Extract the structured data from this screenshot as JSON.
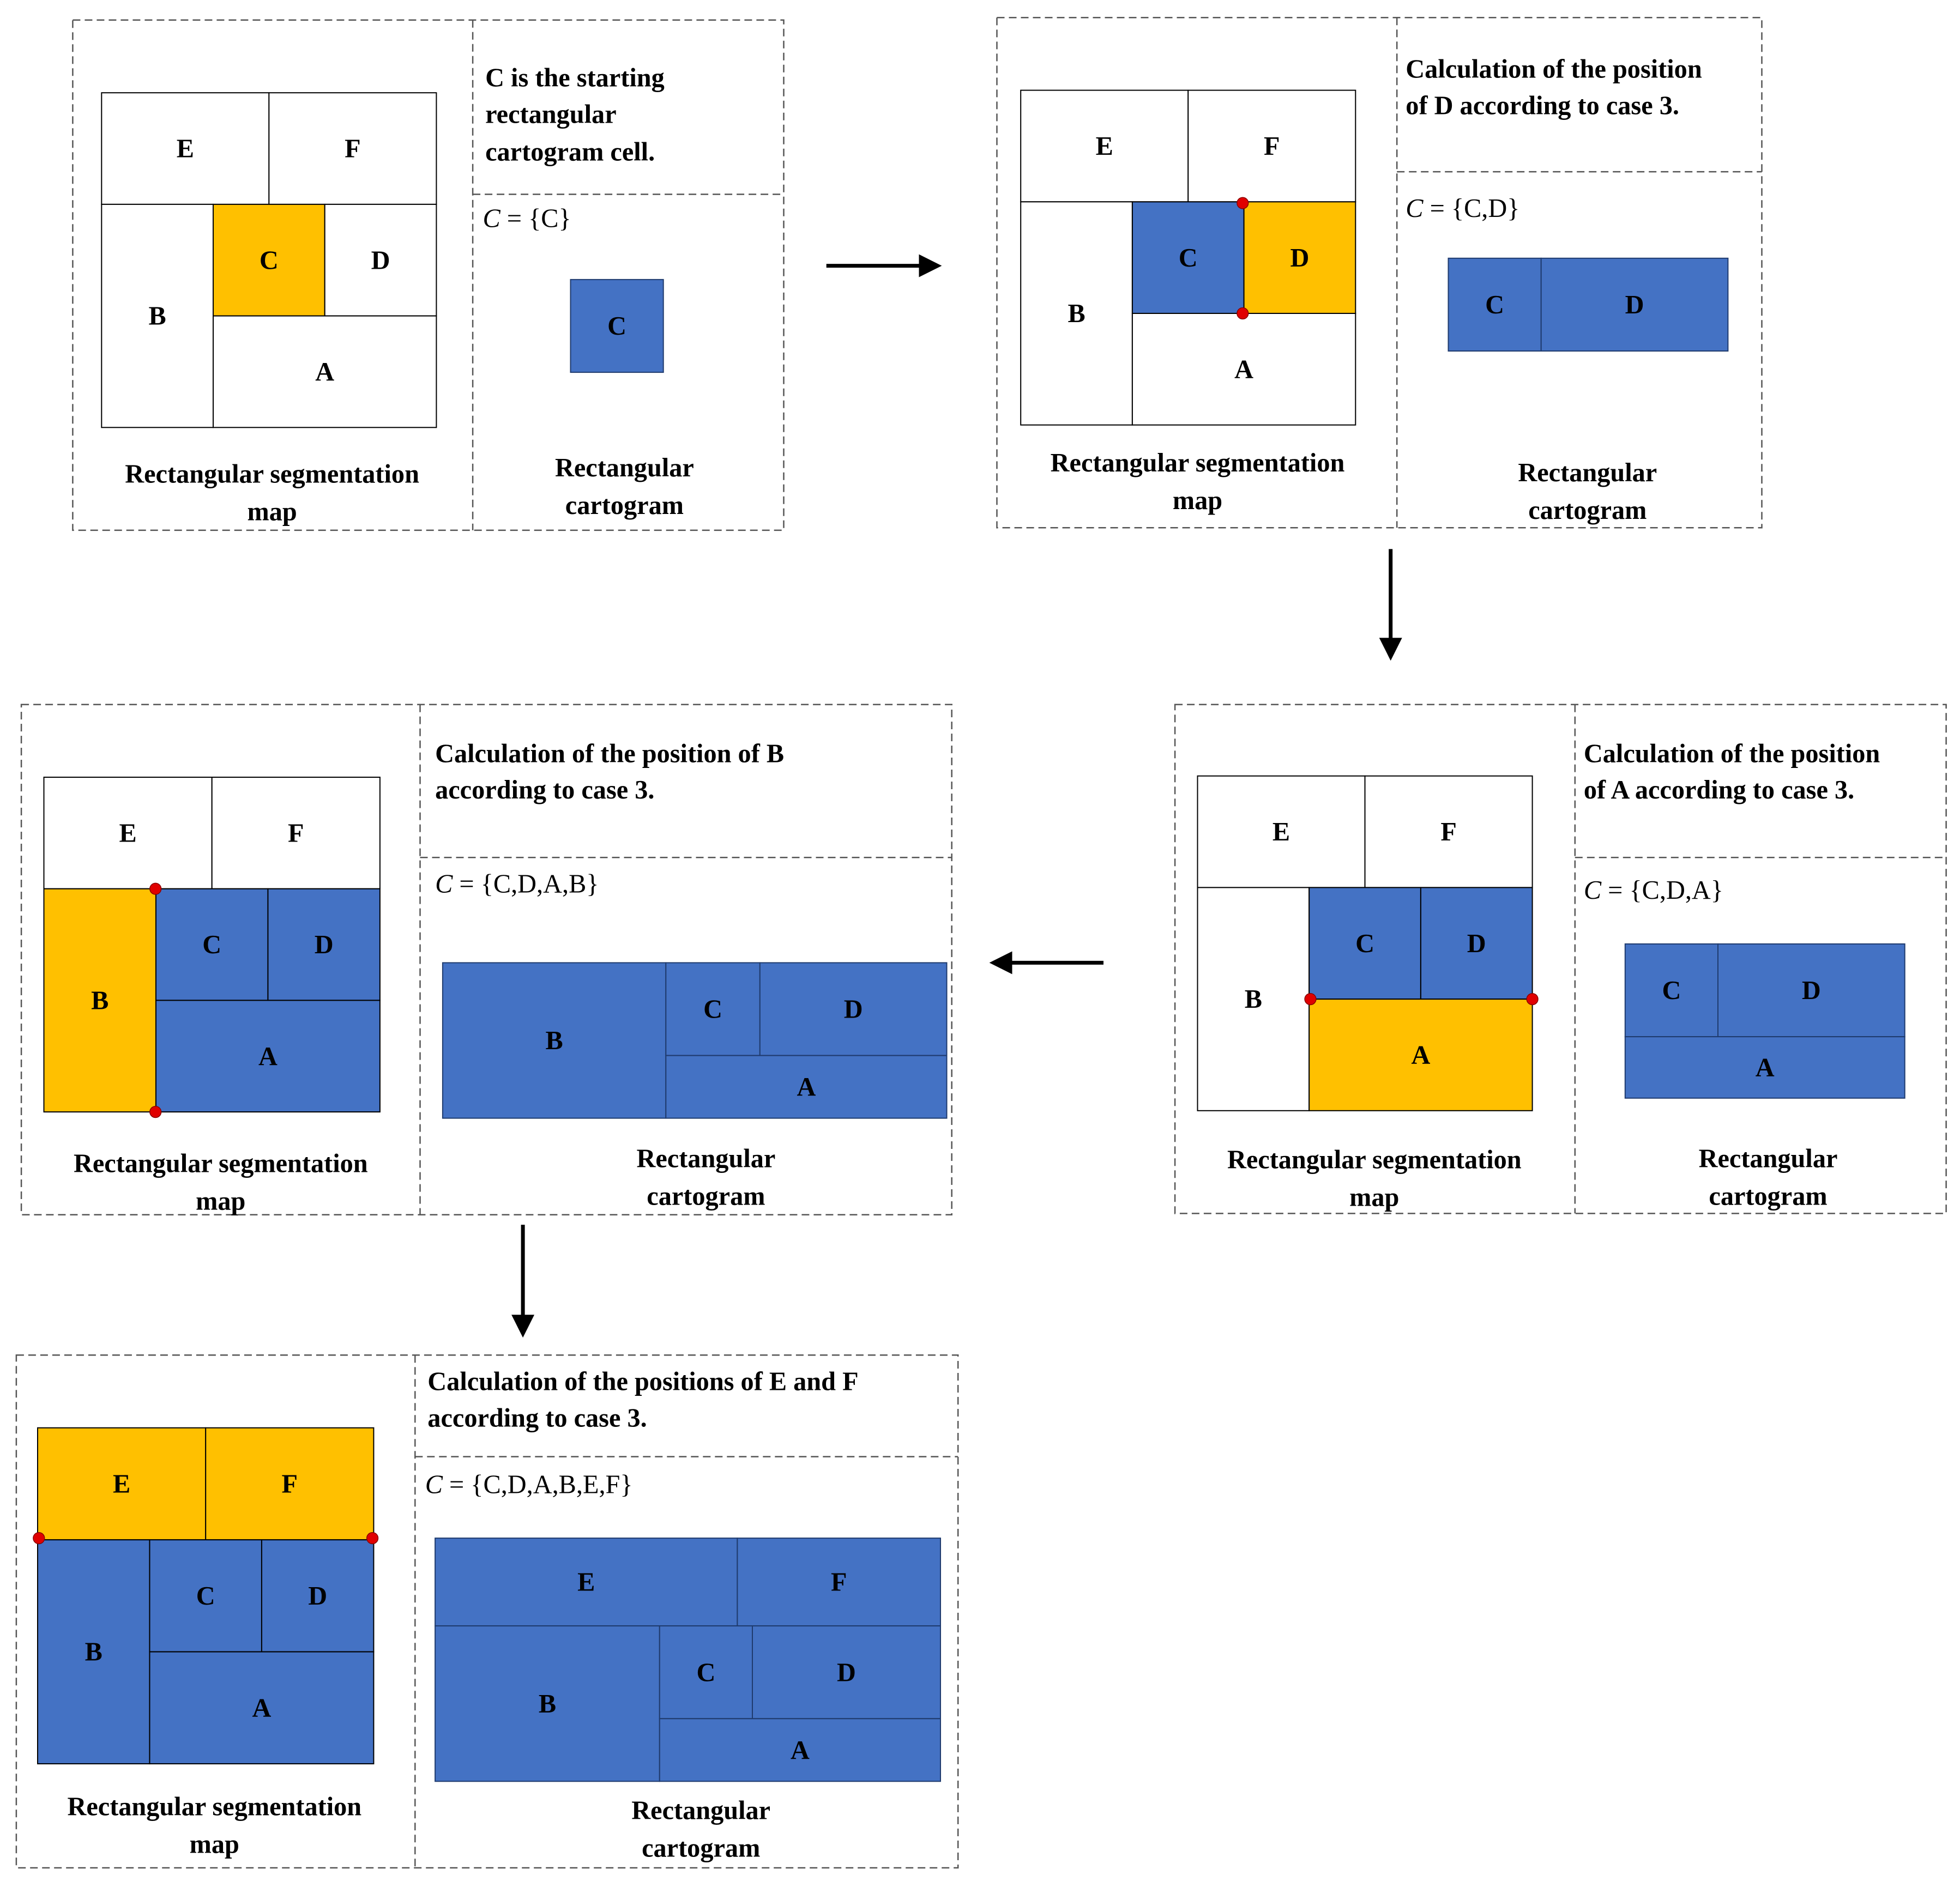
{
  "colors": {
    "placed": "#4472C4",
    "current": "#FFC000",
    "empty": "#FFFFFF",
    "cell_border": "#000000",
    "frame_border": "#555555",
    "marker": "#E00000",
    "arrow": "#000000"
  },
  "captions": {
    "segmentation": [
      "Rectangular segmentation",
      "map"
    ],
    "cartogram": [
      "Rectangular",
      "cartogram"
    ]
  },
  "set_prefix": "C",
  "steps": [
    {
      "id": "step-1",
      "description": [
        "C is the starting",
        "rectangular",
        "cartogram cell."
      ],
      "set_text": "= {C}",
      "current": [
        "C"
      ],
      "placed": []
    },
    {
      "id": "step-2",
      "description": [
        "Calculation of the position",
        "of D according to case 3."
      ],
      "set_text": "= {C,D}",
      "current": [
        "D"
      ],
      "placed": [
        "C"
      ]
    },
    {
      "id": "step-3",
      "description": [
        "Calculation of the position",
        "of A according to case 3."
      ],
      "set_text": "= {C,D,A}",
      "current": [
        "A"
      ],
      "placed": [
        "C",
        "D"
      ]
    },
    {
      "id": "step-4",
      "description": [
        "Calculation of the position of B",
        "according to case 3."
      ],
      "set_text": "= {C,D,A,B}",
      "current": [
        "B"
      ],
      "placed": [
        "C",
        "D",
        "A"
      ]
    },
    {
      "id": "step-5",
      "description": [
        "Calculation of the positions of E and F",
        "according to case 3."
      ],
      "set_text": "= {C,D,A,B,E,F}",
      "current": [
        "E",
        "F"
      ],
      "placed": [
        "C",
        "D",
        "A",
        "B"
      ]
    }
  ]
}
